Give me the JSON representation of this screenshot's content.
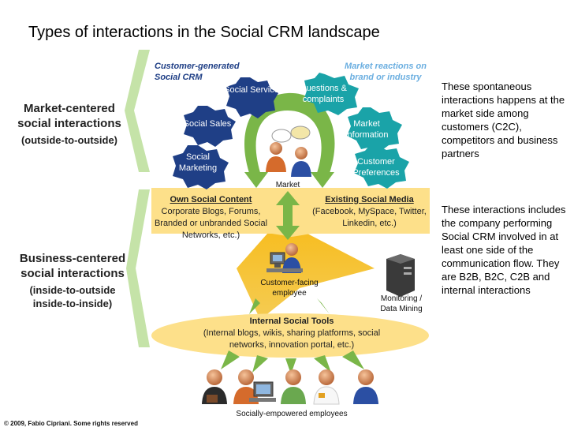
{
  "title": "Types of interactions in the Social CRM landscape",
  "left": {
    "market_heading": "Market-centered social interactions",
    "market_sub": "(outside-to-outside)",
    "business_heading": "Business-centered social interactions",
    "business_sub": "(inside-to-outside inside-to-inside)"
  },
  "categories": {
    "customer_generated": "Customer-generated Social CRM",
    "market_reactions": "Market reactions on brand or industry"
  },
  "stars": {
    "social_service": "Social Service",
    "social_sales": "Social Sales",
    "social_marketing": "Social Marketing",
    "questions_complaints": "Questions & complaints",
    "market_information": "Market Information",
    "customer_preferences": "Customer Preferences"
  },
  "market_label": "Market",
  "own_content": {
    "heading": "Own Social Content",
    "body": "Corporate Blogs, Forums, Branded or unbranded Social Networks, etc.)"
  },
  "existing_media": {
    "heading": "Existing Social Media",
    "body": "(Facebook, MySpace, Twitter, Linkedin, etc.)"
  },
  "employee_label": "Customer-facing employee",
  "monitoring_label": "Monitoring / Data Mining",
  "internal_tools": {
    "heading": "Internal Social Tools",
    "body": "(Internal blogs, wikis, sharing platforms, social networks, innovation portal, etc.)"
  },
  "employees_label": "Socially-empowered employees",
  "right": {
    "top_text": "These spontaneous interactions happens at the market side among customers (C2C), competitors and business partners",
    "bottom_text": "These interactions includes the company  performing Social CRM involved in at least one side of the communication flow. They are B2B, B2C, C2B and internal interactions"
  },
  "footer": "© 2009, Fabio Cipriani. Some rights reserved",
  "colors": {
    "green": "#7ab648",
    "light_green": "#c5e3a8",
    "teal": "#1aa3a8",
    "navy": "#1f3f86",
    "light_blue": "#6aaee0",
    "yellow": "#fde08a",
    "gold": "#f2b21b"
  }
}
